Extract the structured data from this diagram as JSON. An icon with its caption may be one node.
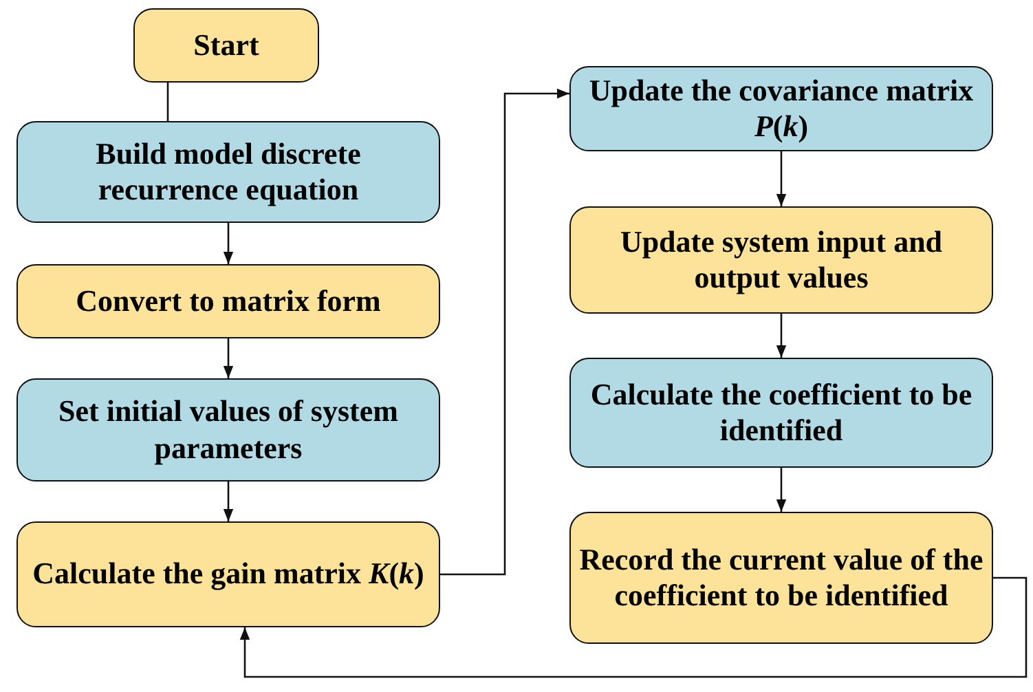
{
  "diagram": {
    "nodes": [
      {
        "text": [
          "Start"
        ]
      },
      {
        "text": [
          "Build model discrete recurrence equation"
        ]
      },
      {
        "text": [
          "Convert to matrix form"
        ]
      },
      {
        "text": [
          "Set initial values of system parameters"
        ]
      },
      {
        "text": [
          "Calculate the gain matrix *K*(*k*)"
        ]
      },
      {
        "text": [
          "Update the covariance matrix *P*(*k*)"
        ]
      },
      {
        "text": [
          "Update system input and output values"
        ]
      },
      {
        "text": [
          "Calculate the coefficient to be identified"
        ]
      },
      {
        "text": [
          "Record the current value of the coefficient to be identified"
        ]
      }
    ],
    "edges": [
      {
        "from": 0,
        "to": 1,
        "arrow": "to"
      },
      {
        "from": 1,
        "to": 2,
        "arrow": "to"
      },
      {
        "from": 2,
        "to": 3,
        "arrow": "to"
      },
      {
        "from": 3,
        "to": 4,
        "arrow": "to"
      },
      {
        "from": 4,
        "to": 5,
        "arrow": "to"
      },
      {
        "from": 5,
        "to": 6,
        "arrow": "to"
      },
      {
        "from": 6,
        "to": 7,
        "arrow": "to"
      },
      {
        "from": 7,
        "to": 8,
        "arrow": "to"
      },
      {
        "from": 8,
        "to": 4,
        "arrow": "to"
      }
    ]
  }
}
